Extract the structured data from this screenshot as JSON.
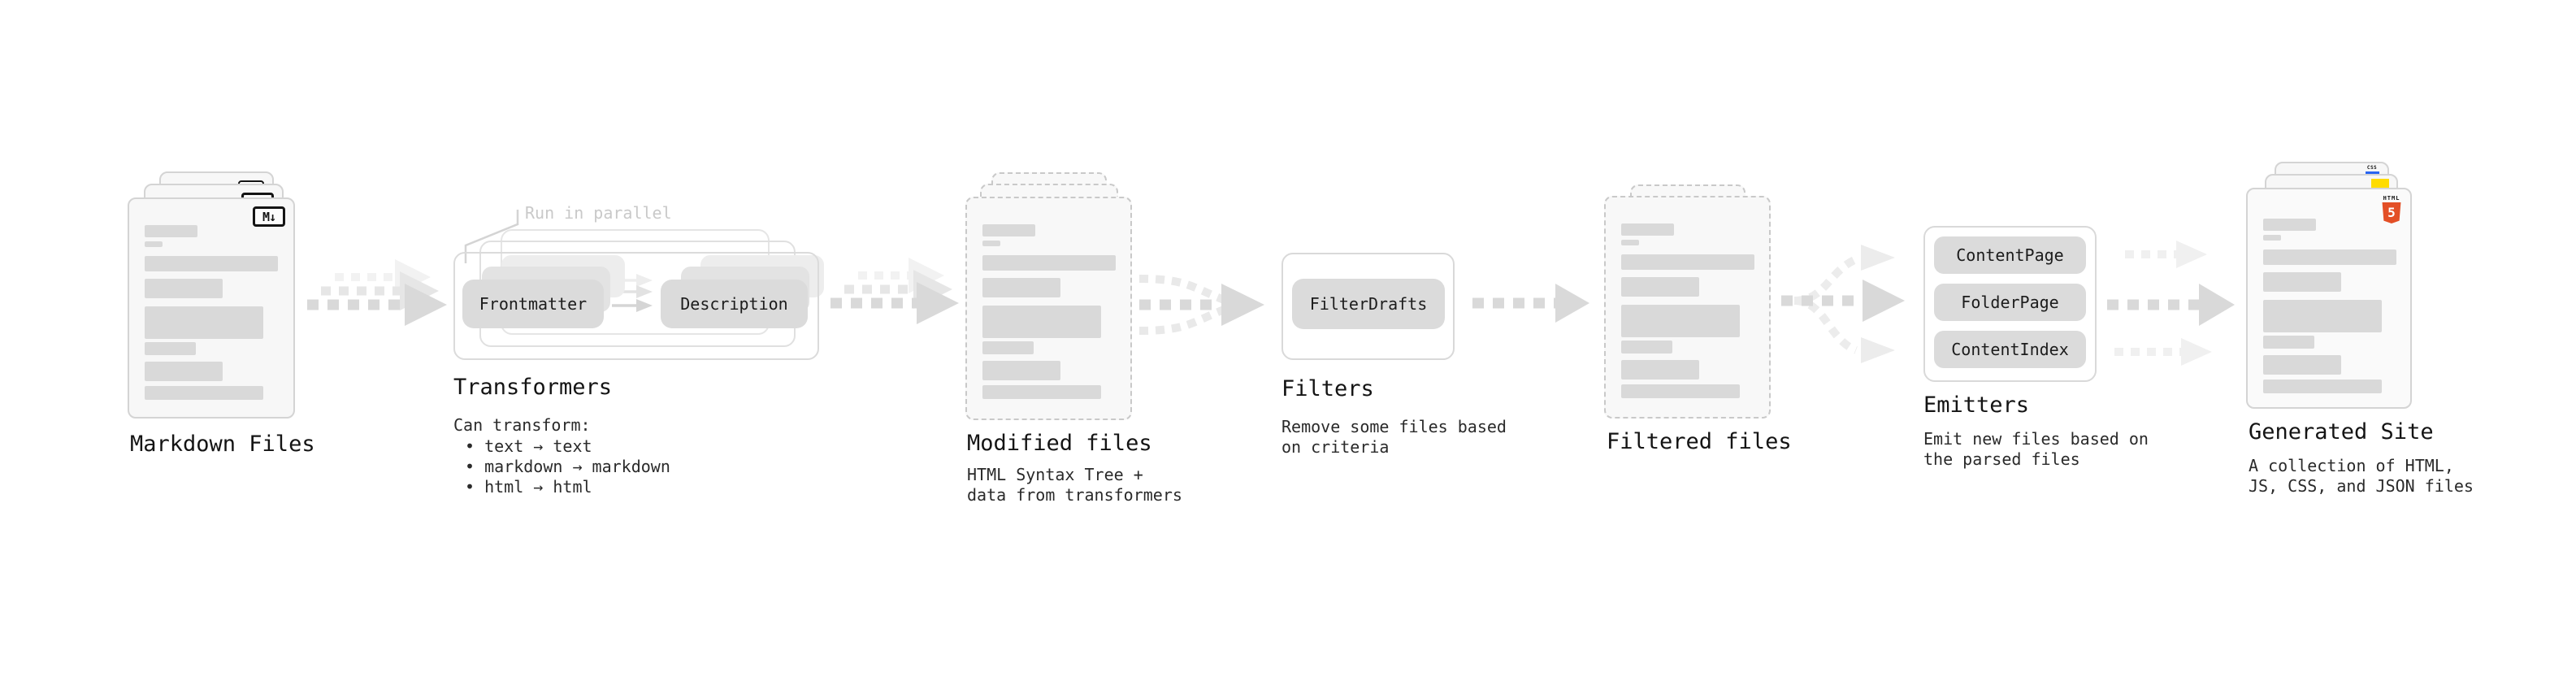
{
  "diagram": {
    "nodes": {
      "markdown_files": {
        "label": "Markdown Files",
        "badge": "M↓"
      },
      "transformers": {
        "label": "Transformers",
        "note": "Run in parallel",
        "input_pill": "Frontmatter",
        "output_pill": "Description",
        "desc_title": "Can transform:",
        "bullets": [
          "• text → text",
          "• markdown → markdown",
          "• html → html"
        ]
      },
      "modified_files": {
        "label": "Modified files",
        "desc_lines": [
          "HTML Syntax Tree +",
          "data from transformers"
        ]
      },
      "filters": {
        "label": "Filters",
        "pill": "FilterDrafts",
        "desc_lines": [
          "Remove some files based",
          "on criteria"
        ]
      },
      "filtered_files": {
        "label": "Filtered files"
      },
      "emitters": {
        "label": "Emitters",
        "pills": [
          "ContentPage",
          "FolderPage",
          "ContentIndex"
        ],
        "desc_lines": [
          "Emit new files based on",
          "the parsed files"
        ]
      },
      "generated_site": {
        "label": "Generated Site",
        "desc_lines": [
          "A collection of HTML,",
          "JS, CSS, and JSON files"
        ],
        "html5_word": "HTML",
        "html5_number": "5",
        "css_word": "CSS"
      }
    },
    "colors": {
      "placeholder_bar": "#d9d9d9",
      "pill_bg": "#dbdbdb",
      "card_bg": "#f7f7f7",
      "card_border": "#d4d4d4",
      "dashed_border": "#c9c9c9",
      "arrow_dark": "#d9d9d9",
      "arrow_mid": "#e6e6e6",
      "arrow_light": "#f1f1f1",
      "note_text": "#c9c9c9",
      "html5_orange": "#e34f26",
      "js_yellow": "#ffdc00",
      "css_blue": "#2965f1"
    }
  }
}
